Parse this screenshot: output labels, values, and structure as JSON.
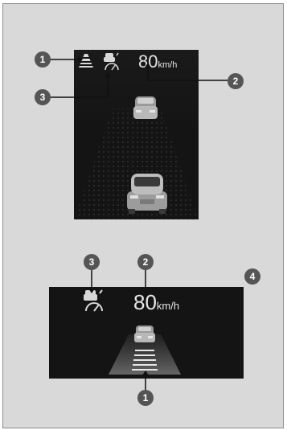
{
  "top_display": {
    "speed_value": "80",
    "speed_unit": "km/h"
  },
  "bottom_display": {
    "speed_value": "80",
    "speed_unit": "km/h"
  },
  "callouts": {
    "c1_top": "1",
    "c2_top": "2",
    "c3_top": "3",
    "c3_bottom": "3",
    "c2_bottom": "2",
    "c4": "4",
    "c1_bottom": "1"
  },
  "icons": {
    "lane": "lane-keeping-icon",
    "acc": "adaptive-cruise-icon",
    "car": "vehicle-icon"
  }
}
